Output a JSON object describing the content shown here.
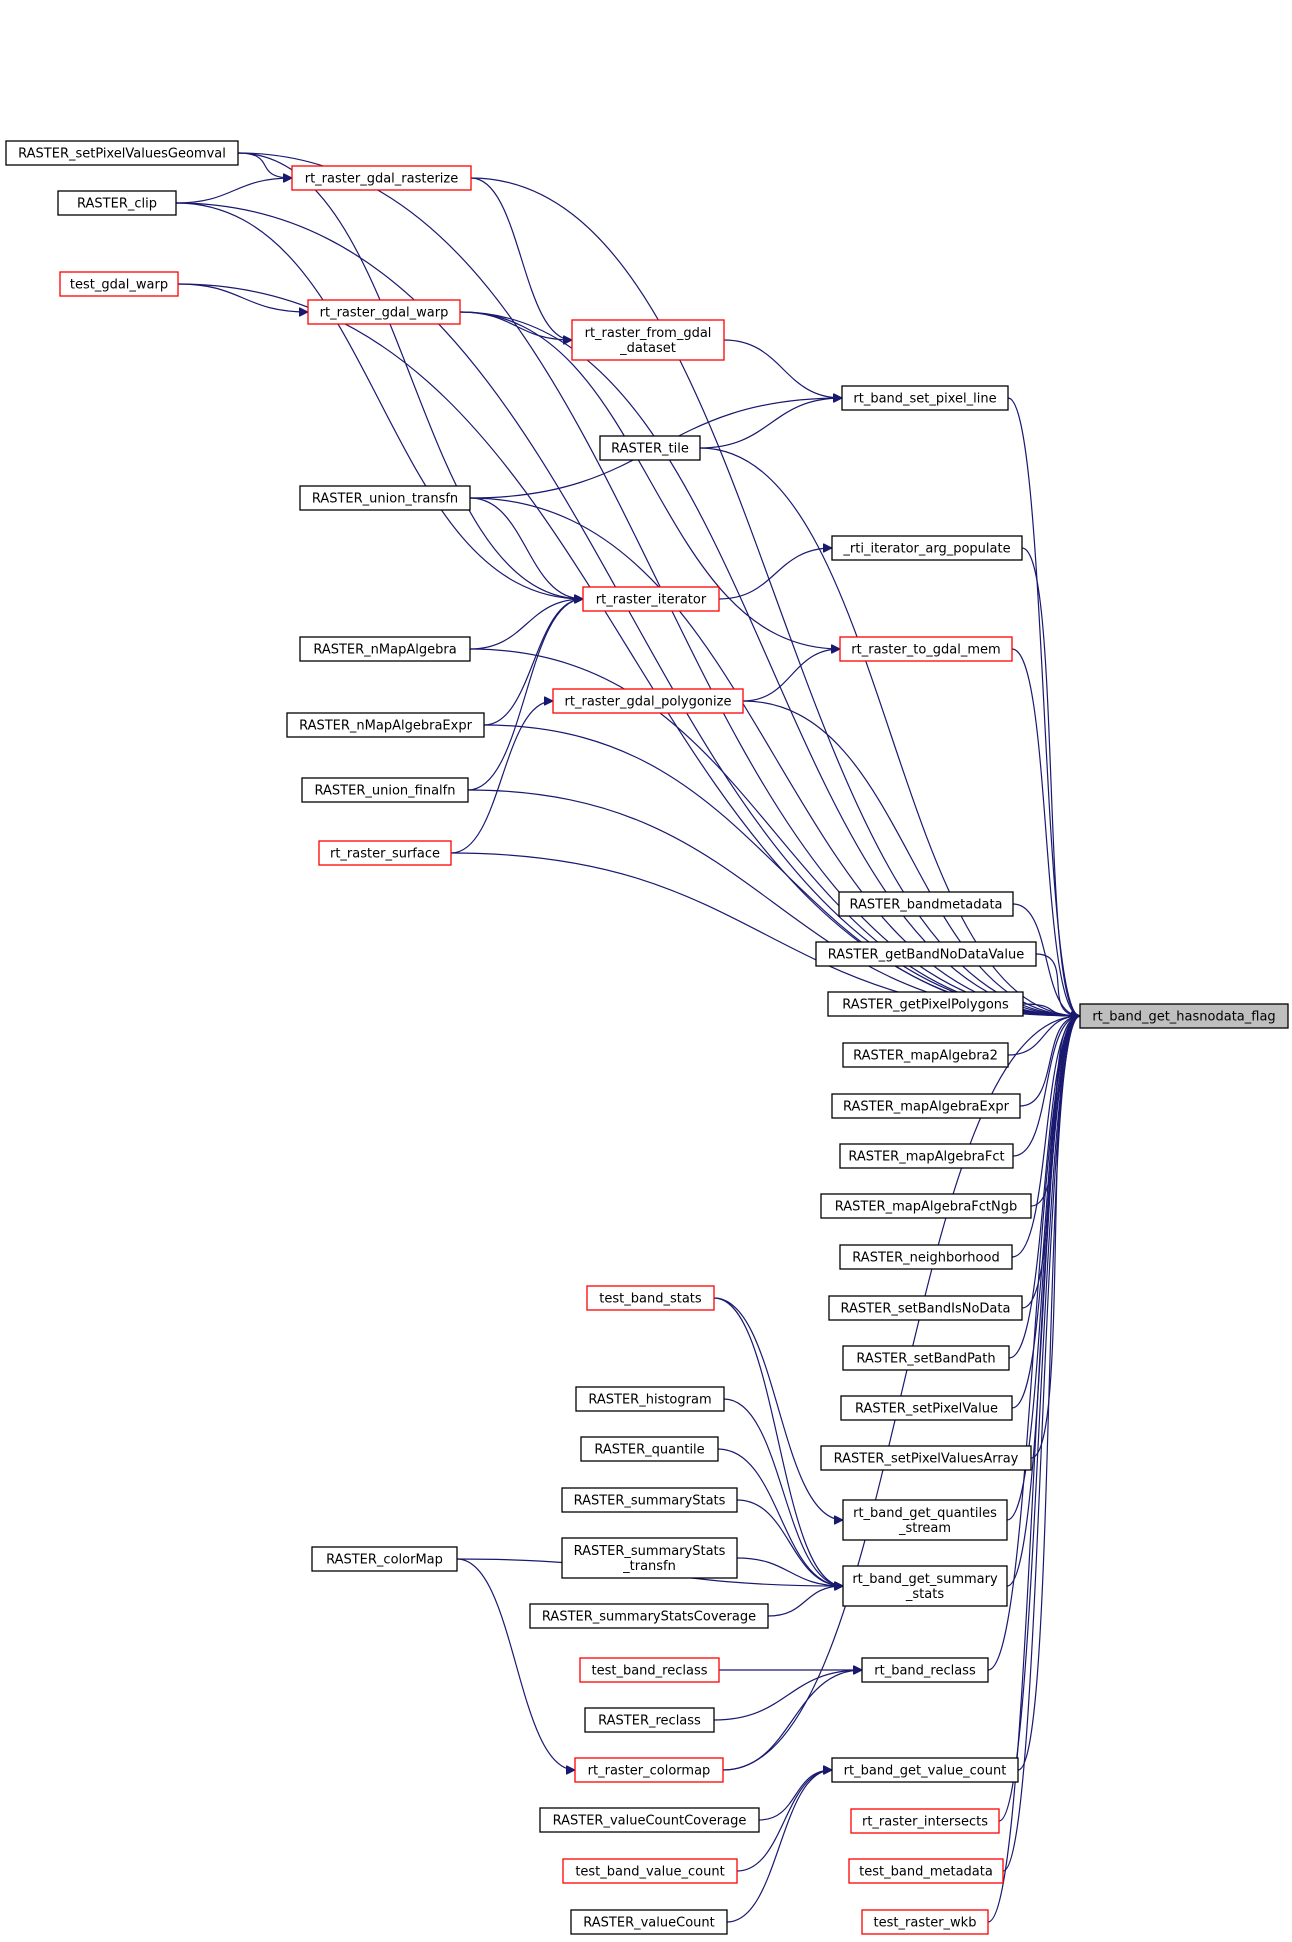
{
  "diagram": {
    "title": "",
    "colors": {
      "edge": "#191970",
      "node_border_normal": "#000000",
      "node_border_truncated": "#ff0000",
      "focus_fill": "#bfbfbf"
    },
    "nodes": [
      {
        "id": "focus",
        "lines": [
          "rt_band_get_hasnodata_flag"
        ],
        "style": "focus"
      },
      {
        "id": "setPixelValuesGeomval",
        "lines": [
          "RASTER_setPixelValuesGeomval"
        ],
        "style": "black"
      },
      {
        "id": "clip",
        "lines": [
          "RASTER_clip"
        ],
        "style": "black"
      },
      {
        "id": "gdalRasterize",
        "lines": [
          "rt_raster_gdal_rasterize"
        ],
        "style": "red"
      },
      {
        "id": "testGdalWarp",
        "lines": [
          "test_gdal_warp"
        ],
        "style": "red"
      },
      {
        "id": "gdalWarp",
        "lines": [
          "rt_raster_gdal_warp"
        ],
        "style": "red"
      },
      {
        "id": "fromGdal",
        "lines": [
          "rt_raster_from_gdal",
          "_dataset"
        ],
        "style": "red"
      },
      {
        "id": "setPixelLine",
        "lines": [
          "rt_band_set_pixel_line"
        ],
        "style": "black"
      },
      {
        "id": "tile",
        "lines": [
          "RASTER_tile"
        ],
        "style": "black"
      },
      {
        "id": "unionTransfn",
        "lines": [
          "RASTER_union_transfn"
        ],
        "style": "black"
      },
      {
        "id": "rtiIter",
        "lines": [
          "_rti_iterator_arg_populate"
        ],
        "style": "black"
      },
      {
        "id": "iterator",
        "lines": [
          "rt_raster_iterator"
        ],
        "style": "red"
      },
      {
        "id": "nMapAlgebra",
        "lines": [
          "RASTER_nMapAlgebra"
        ],
        "style": "black"
      },
      {
        "id": "toGdalMem",
        "lines": [
          "rt_raster_to_gdal_mem"
        ],
        "style": "red"
      },
      {
        "id": "gdalPolygonize",
        "lines": [
          "rt_raster_gdal_polygonize"
        ],
        "style": "red"
      },
      {
        "id": "nMapAlgebraExpr",
        "lines": [
          "RASTER_nMapAlgebraExpr"
        ],
        "style": "black"
      },
      {
        "id": "unionFinalfn",
        "lines": [
          "RASTER_union_finalfn"
        ],
        "style": "black"
      },
      {
        "id": "surface",
        "lines": [
          "rt_raster_surface"
        ],
        "style": "red"
      },
      {
        "id": "bandmetadata",
        "lines": [
          "RASTER_bandmetadata"
        ],
        "style": "black"
      },
      {
        "id": "getBandNoData",
        "lines": [
          "RASTER_getBandNoDataValue"
        ],
        "style": "black"
      },
      {
        "id": "getPixelPolygons",
        "lines": [
          "RASTER_getPixelPolygons"
        ],
        "style": "black"
      },
      {
        "id": "mapAlgebra2",
        "lines": [
          "RASTER_mapAlgebra2"
        ],
        "style": "black"
      },
      {
        "id": "mapAlgebraExpr",
        "lines": [
          "RASTER_mapAlgebraExpr"
        ],
        "style": "black"
      },
      {
        "id": "mapAlgebraFct",
        "lines": [
          "RASTER_mapAlgebraFct"
        ],
        "style": "black"
      },
      {
        "id": "mapAlgebraFctNgb",
        "lines": [
          "RASTER_mapAlgebraFctNgb"
        ],
        "style": "black"
      },
      {
        "id": "neighborhood",
        "lines": [
          "RASTER_neighborhood"
        ],
        "style": "black"
      },
      {
        "id": "setBandIsNoData",
        "lines": [
          "RASTER_setBandIsNoData"
        ],
        "style": "black"
      },
      {
        "id": "setBandPath",
        "lines": [
          "RASTER_setBandPath"
        ],
        "style": "black"
      },
      {
        "id": "setPixelValue",
        "lines": [
          "RASTER_setPixelValue"
        ],
        "style": "black"
      },
      {
        "id": "setPixelValuesArray",
        "lines": [
          "RASTER_setPixelValuesArray"
        ],
        "style": "black"
      },
      {
        "id": "testBandStats",
        "lines": [
          "test_band_stats"
        ],
        "style": "red"
      },
      {
        "id": "histogram",
        "lines": [
          "RASTER_histogram"
        ],
        "style": "black"
      },
      {
        "id": "quantile",
        "lines": [
          "RASTER_quantile"
        ],
        "style": "black"
      },
      {
        "id": "summaryStats",
        "lines": [
          "RASTER_summaryStats"
        ],
        "style": "black"
      },
      {
        "id": "summaryStatsTransfn",
        "lines": [
          "RASTER_summaryStats",
          "_transfn"
        ],
        "style": "black"
      },
      {
        "id": "summaryStatsCoverage",
        "lines": [
          "RASTER_summaryStatsCoverage"
        ],
        "style": "black"
      },
      {
        "id": "quantilesStream",
        "lines": [
          "rt_band_get_quantiles",
          "_stream"
        ],
        "style": "black"
      },
      {
        "id": "summaryStatsBand",
        "lines": [
          "rt_band_get_summary",
          "_stats"
        ],
        "style": "black"
      },
      {
        "id": "colorMap",
        "lines": [
          "RASTER_colorMap"
        ],
        "style": "black"
      },
      {
        "id": "testBandReclass",
        "lines": [
          "test_band_reclass"
        ],
        "style": "red"
      },
      {
        "id": "bandReclass",
        "lines": [
          "rt_band_reclass"
        ],
        "style": "black"
      },
      {
        "id": "reclass",
        "lines": [
          "RASTER_reclass"
        ],
        "style": "black"
      },
      {
        "id": "rtColormap",
        "lines": [
          "rt_raster_colormap"
        ],
        "style": "red"
      },
      {
        "id": "valueCount",
        "lines": [
          "rt_band_get_value_count"
        ],
        "style": "black"
      },
      {
        "id": "valueCountCoverage",
        "lines": [
          "RASTER_valueCountCoverage"
        ],
        "style": "black"
      },
      {
        "id": "testBandValueCount",
        "lines": [
          "test_band_value_count"
        ],
        "style": "red"
      },
      {
        "id": "rasterValueCount",
        "lines": [
          "RASTER_valueCount"
        ],
        "style": "black"
      },
      {
        "id": "intersects",
        "lines": [
          "rt_raster_intersects"
        ],
        "style": "red"
      },
      {
        "id": "testBandMetadata",
        "lines": [
          "test_band_metadata"
        ],
        "style": "red"
      },
      {
        "id": "testRasterWkb",
        "lines": [
          "test_raster_wkb"
        ],
        "style": "red"
      }
    ],
    "edges": [
      [
        "setPixelValuesGeomval",
        "focus"
      ],
      [
        "clip",
        "focus"
      ],
      [
        "gdalRasterize",
        "focus"
      ],
      [
        "testGdalWarp",
        "focus"
      ],
      [
        "gdalWarp",
        "focus"
      ],
      [
        "setPixelLine",
        "focus"
      ],
      [
        "tile",
        "focus"
      ],
      [
        "unionTransfn",
        "focus"
      ],
      [
        "rtiIter",
        "focus"
      ],
      [
        "nMapAlgebra",
        "focus"
      ],
      [
        "toGdalMem",
        "focus"
      ],
      [
        "gdalPolygonize",
        "focus"
      ],
      [
        "nMapAlgebraExpr",
        "focus"
      ],
      [
        "unionFinalfn",
        "focus"
      ],
      [
        "surface",
        "focus"
      ],
      [
        "bandmetadata",
        "focus"
      ],
      [
        "getBandNoData",
        "focus"
      ],
      [
        "getPixelPolygons",
        "focus"
      ],
      [
        "mapAlgebra2",
        "focus"
      ],
      [
        "mapAlgebraExpr",
        "focus"
      ],
      [
        "mapAlgebraFct",
        "focus"
      ],
      [
        "mapAlgebraFctNgb",
        "focus"
      ],
      [
        "neighborhood",
        "focus"
      ],
      [
        "setBandIsNoData",
        "focus"
      ],
      [
        "setBandPath",
        "focus"
      ],
      [
        "setPixelValue",
        "focus"
      ],
      [
        "setPixelValuesArray",
        "focus"
      ],
      [
        "quantilesStream",
        "focus"
      ],
      [
        "summaryStatsBand",
        "focus"
      ],
      [
        "bandReclass",
        "focus"
      ],
      [
        "rtColormap",
        "focus"
      ],
      [
        "valueCount",
        "focus"
      ],
      [
        "intersects",
        "focus"
      ],
      [
        "testBandMetadata",
        "focus"
      ],
      [
        "testRasterWkb",
        "focus"
      ],
      [
        "setPixelValuesGeomval",
        "gdalRasterize"
      ],
      [
        "clip",
        "gdalRasterize"
      ],
      [
        "testGdalWarp",
        "gdalWarp"
      ],
      [
        "gdalRasterize",
        "fromGdal"
      ],
      [
        "gdalWarp",
        "fromGdal"
      ],
      [
        "fromGdal",
        "setPixelLine"
      ],
      [
        "tile",
        "setPixelLine"
      ],
      [
        "unionTransfn",
        "setPixelLine"
      ],
      [
        "iterator",
        "rtiIter"
      ],
      [
        "setPixelValuesGeomval",
        "iterator"
      ],
      [
        "clip",
        "iterator"
      ],
      [
        "unionTransfn",
        "iterator"
      ],
      [
        "nMapAlgebra",
        "iterator"
      ],
      [
        "nMapAlgebraExpr",
        "iterator"
      ],
      [
        "unionFinalfn",
        "iterator"
      ],
      [
        "gdalWarp",
        "toGdalMem"
      ],
      [
        "gdalPolygonize",
        "toGdalMem"
      ],
      [
        "surface",
        "gdalPolygonize"
      ],
      [
        "testBandStats",
        "quantilesStream"
      ],
      [
        "testBandStats",
        "summaryStatsBand"
      ],
      [
        "histogram",
        "summaryStatsBand"
      ],
      [
        "quantile",
        "summaryStatsBand"
      ],
      [
        "summaryStats",
        "summaryStatsBand"
      ],
      [
        "summaryStatsTransfn",
        "summaryStatsBand"
      ],
      [
        "summaryStatsCoverage",
        "summaryStatsBand"
      ],
      [
        "colorMap",
        "summaryStatsBand"
      ],
      [
        "colorMap",
        "rtColormap"
      ],
      [
        "testBandReclass",
        "bandReclass"
      ],
      [
        "reclass",
        "bandReclass"
      ],
      [
        "rtColormap",
        "bandReclass"
      ],
      [
        "valueCountCoverage",
        "valueCount"
      ],
      [
        "testBandValueCount",
        "valueCount"
      ],
      [
        "rasterValueCount",
        "valueCount"
      ]
    ]
  }
}
